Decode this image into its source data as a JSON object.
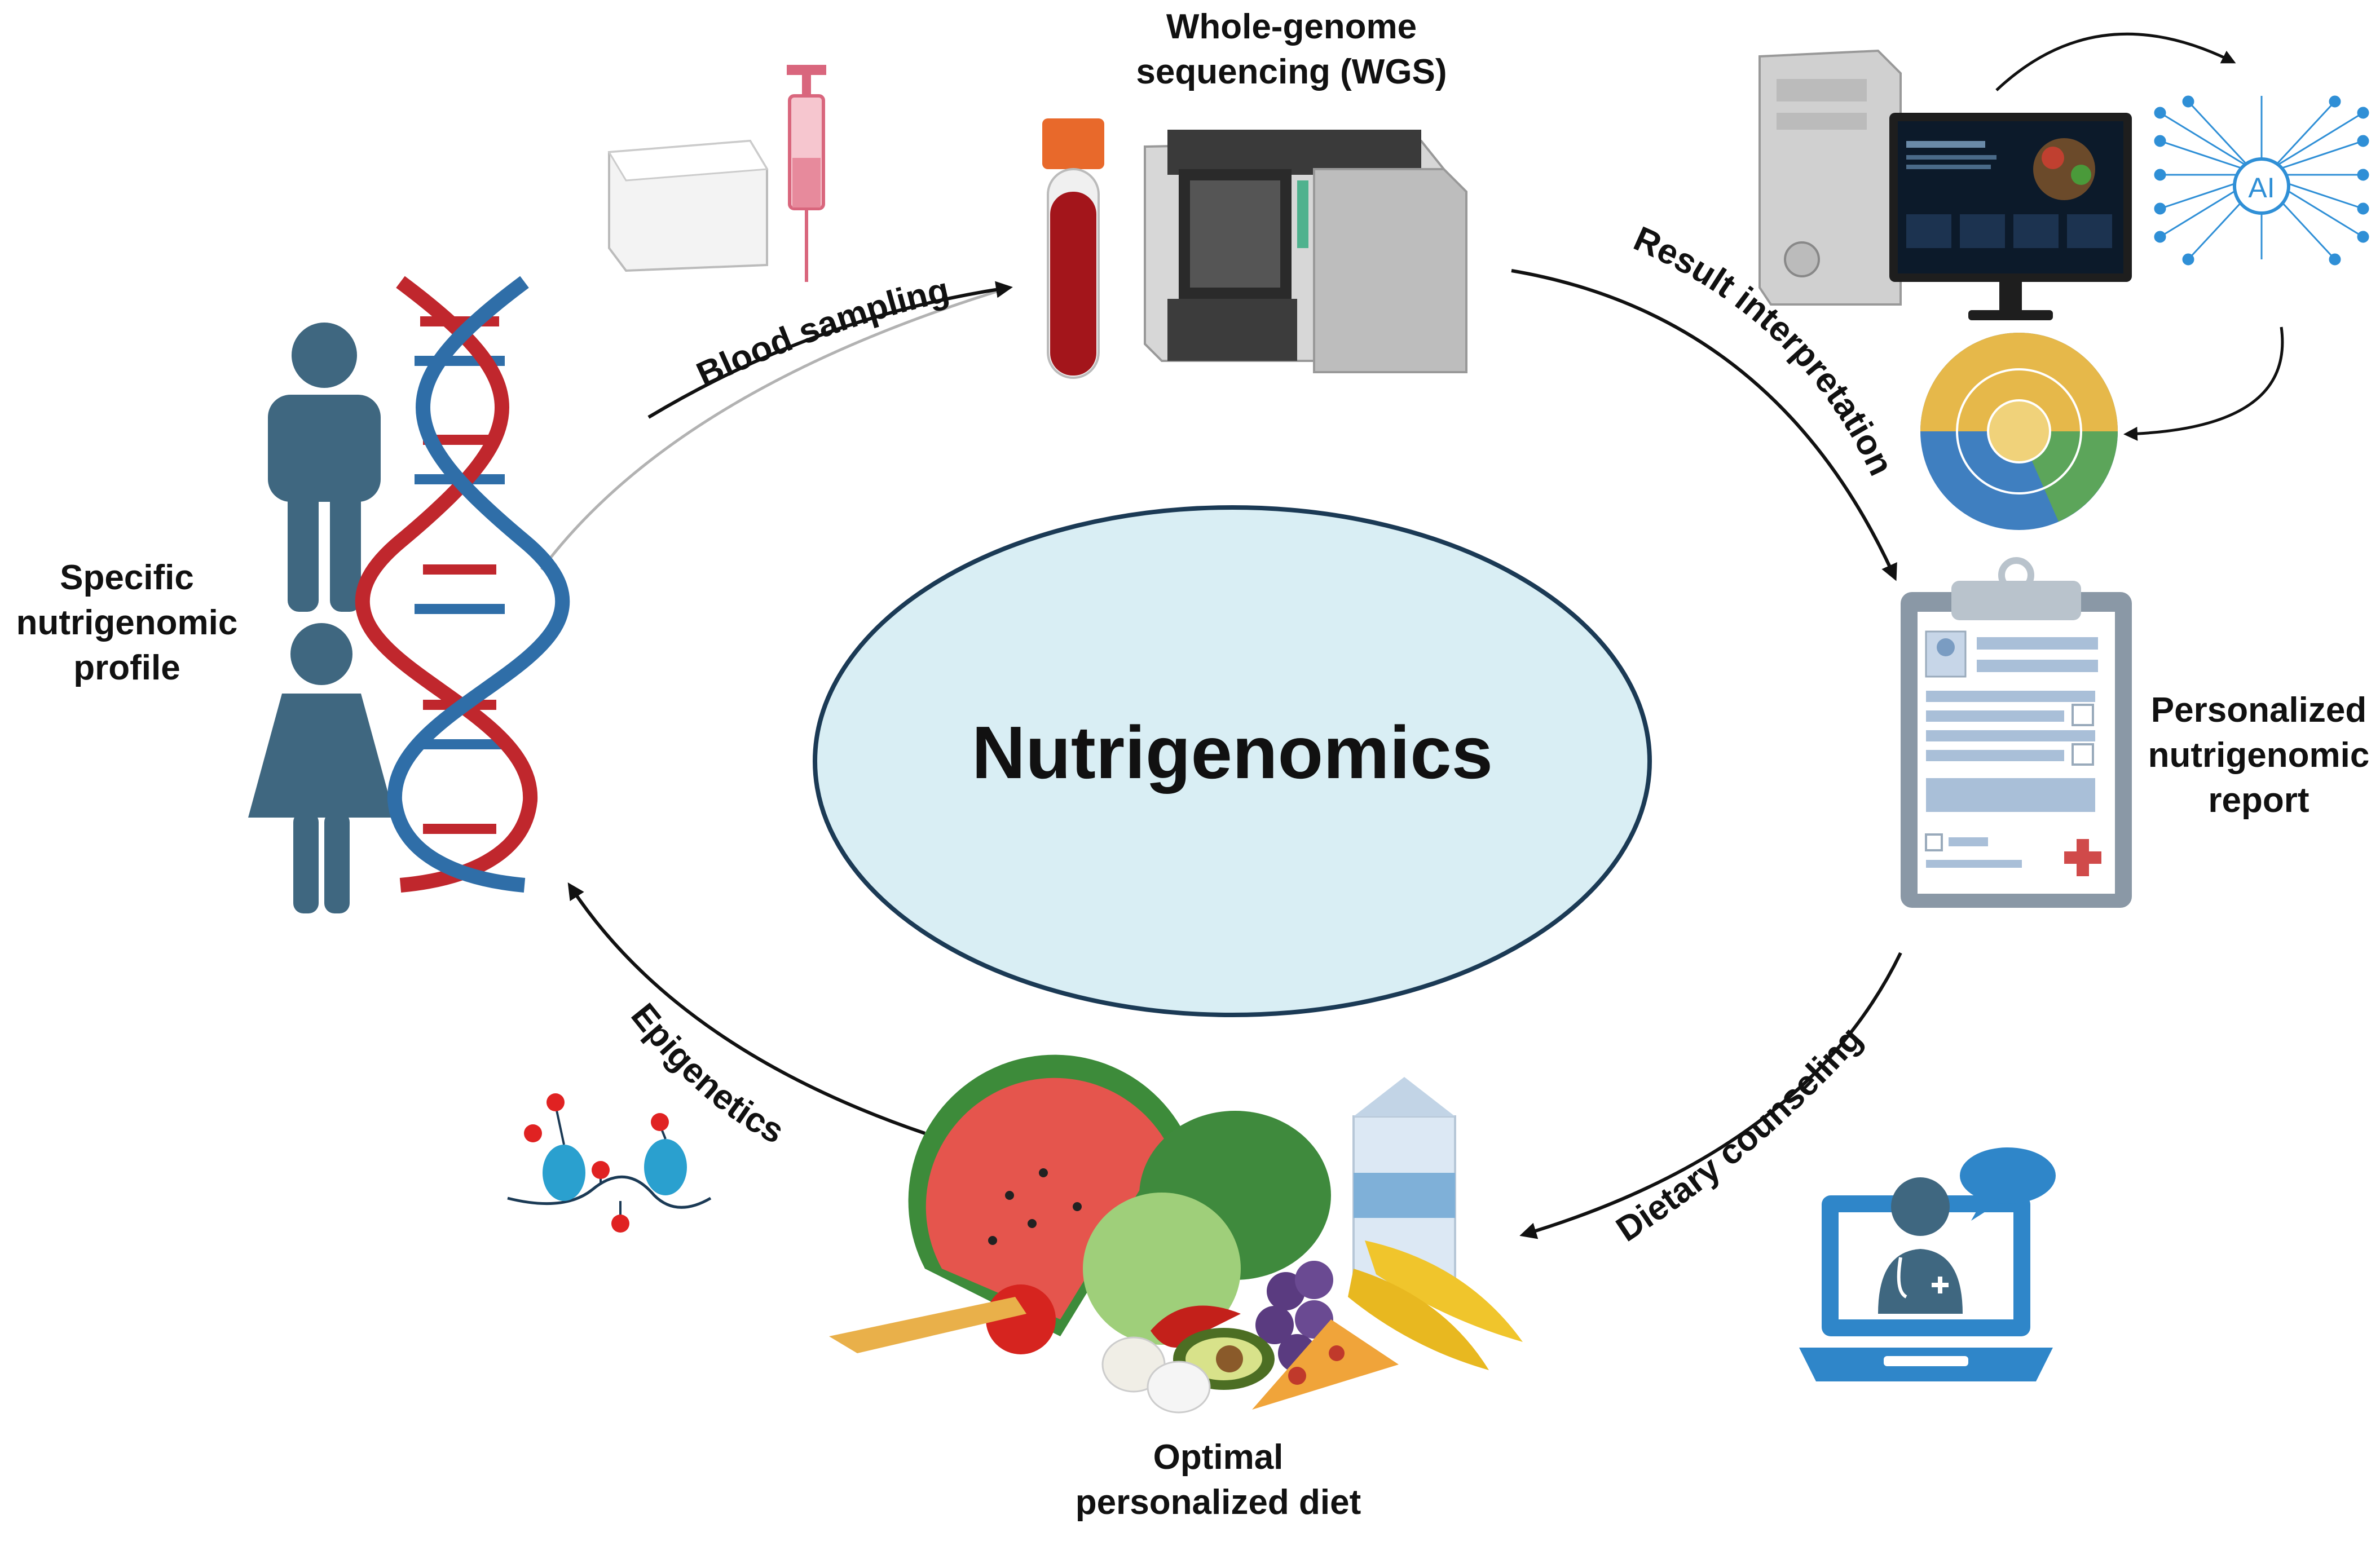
{
  "title": "Nutrigenomics",
  "stages": {
    "wgs": [
      "Whole-genome",
      "sequencing (WGS)"
    ],
    "report": [
      "Personalized",
      "nutrigenomic",
      "report"
    ],
    "diet": [
      "Optimal",
      "personalized diet"
    ],
    "profile": [
      "Specific",
      "nutrigenomic",
      "profile"
    ]
  },
  "arrows": {
    "blood_sampling": "Blood sampling",
    "result_interpretation": "Result interpretation",
    "dietary_counseling": "Dietary counseling",
    "epigenetics": "Epigenetics"
  },
  "ai_label": "AI",
  "colors": {
    "center_fill": "#d9eef4",
    "center_stroke": "#1b3a55",
    "person": "#3f6780",
    "dna_red": "#c0272d",
    "dna_blue": "#2f6ea8",
    "blood": "#a3151b",
    "laptop": "#2f86c9",
    "ai_net": "#2f8fd6"
  }
}
